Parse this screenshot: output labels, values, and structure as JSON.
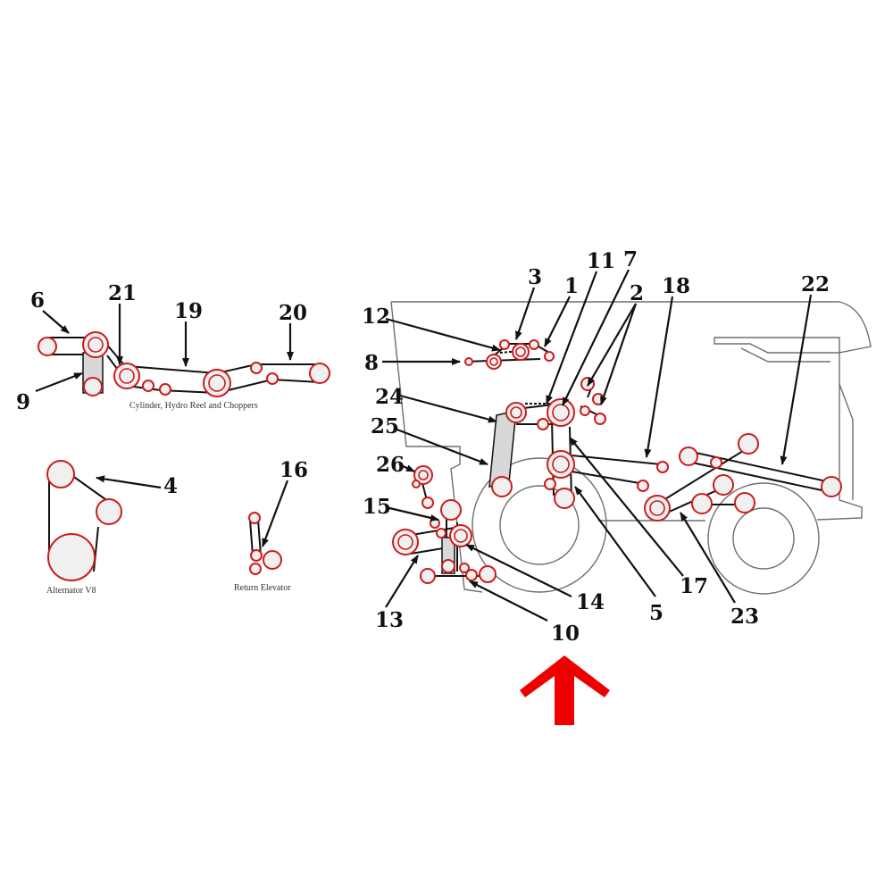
{
  "colors": {
    "pulley": "#cc1c1c",
    "belt": "#111111",
    "outline": "#6e6e6e",
    "front_arrow": "#ee0000"
  },
  "captions": {
    "cylinder": "Cylinder, Hydro Reel and Choppers",
    "alternator": "Alternator V8",
    "return_elevator": "Return Elevator"
  },
  "callouts": [
    "6",
    "21",
    "19",
    "20",
    "9",
    "4",
    "16",
    "3",
    "1",
    "11",
    "7",
    "2",
    "18",
    "22",
    "12",
    "8",
    "24",
    "25",
    "26",
    "15",
    "13",
    "14",
    "10",
    "5",
    "17",
    "23"
  ]
}
